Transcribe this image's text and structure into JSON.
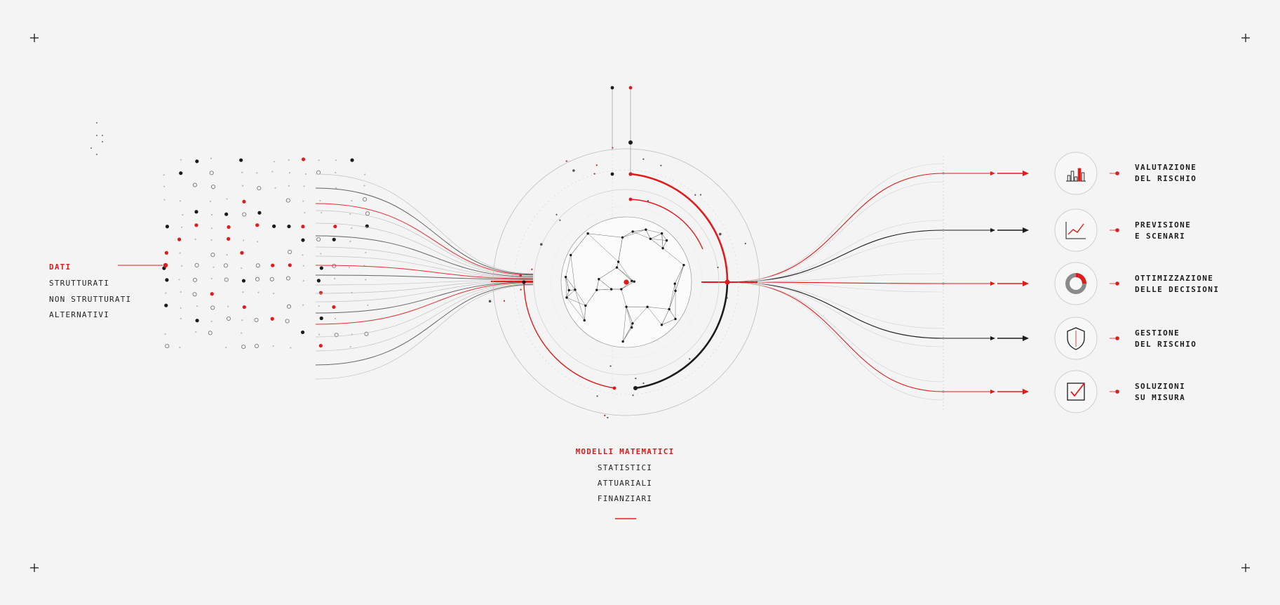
{
  "colors": {
    "accent": "#e11b1b",
    "ink": "#1c1c1c",
    "muted": "#9a9a9a",
    "background": "#f4f4f4"
  },
  "inputs": {
    "title": "DATI",
    "items": [
      "STRUTTURATI",
      "NON STRUTTURATI",
      "ALTERNATIVI"
    ]
  },
  "models": {
    "title": "MODELLI MATEMATICI",
    "items": [
      "STATISTICI",
      "ATTUARIALI",
      "FINANZIARI"
    ]
  },
  "outputs": [
    {
      "line1": "VALUTAZIONE",
      "line2": "DEL RISCHIO",
      "icon": "bar-chart-icon",
      "flow_color": "accent"
    },
    {
      "line1": "PREVISIONE",
      "line2": "E SCENARI",
      "icon": "trend-chart-icon",
      "flow_color": "ink"
    },
    {
      "line1": "OTTIMIZZAZIONE",
      "line2": "DELLE DECISIONI",
      "icon": "donut-chart-icon",
      "flow_color": "accent"
    },
    {
      "line1": "GESTIONE",
      "line2": "DEL RISCHIO",
      "icon": "shield-icon",
      "flow_color": "ink"
    },
    {
      "line1": "SOLUZIONI",
      "line2": "SU MISURA",
      "icon": "checkbox-icon",
      "flow_color": "accent"
    }
  ]
}
